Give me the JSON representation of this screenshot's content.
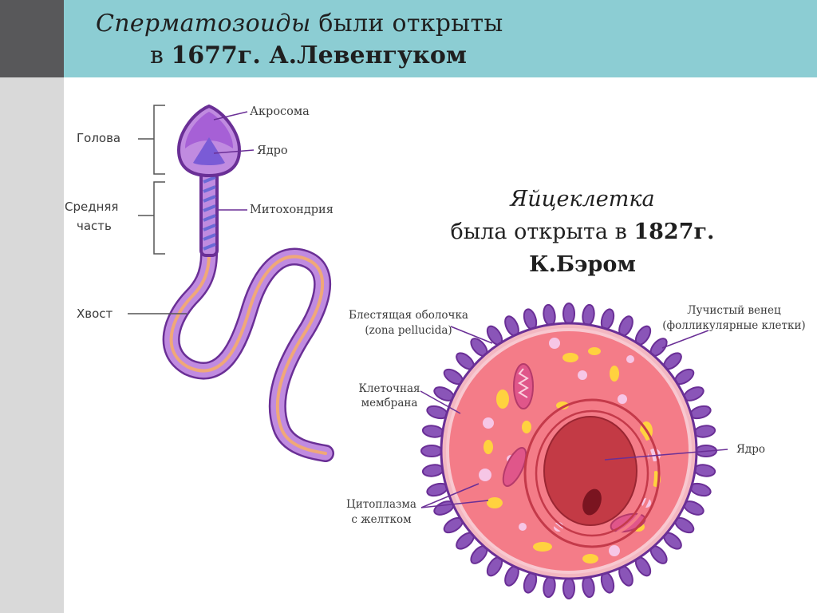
{
  "title": {
    "line1_italic": "Сперматозоиды",
    "line1_rest": " были открыты",
    "line2_prefix": "в ",
    "line2_bold": "1677г. А.Левенгуком"
  },
  "egg_title": {
    "line1": "Яйцеклетка",
    "line2_prefix": "была открыта в ",
    "line2_bold": "1827г.",
    "line3_bold": "К.Бэром"
  },
  "sperm_labels": {
    "head": "Голова",
    "midpiece_line1": "Средняя",
    "midpiece_line2": "часть",
    "tail": "Хвост",
    "acrosome": "Акросома",
    "nucleus": "Ядро",
    "mitochondria": "Митохондрия"
  },
  "egg_labels": {
    "zona_line1": "Блестящая оболочка",
    "zona_line2": "(zona pellucida)",
    "corona_line1": "Лучистый венец",
    "corona_line2": "(фолликулярные клетки)",
    "membrane_line1": "Клеточная",
    "membrane_line2": "мембрана",
    "nucleus": "Ядро",
    "cytoplasm_line1": "Цитоплазма",
    "cytoplasm_line2": "с желтком"
  },
  "colors": {
    "header_bg": "#8ccdd3",
    "left_strip": "#d9d9d9",
    "left_strip_top": "#58585a",
    "sperm_outline": "#6a2f96",
    "sperm_fill": "#c08be0",
    "acrosome": "#a660d6",
    "sperm_nucleus": "#7a5bd6",
    "tail_core": "#f0a878",
    "corona": "#6a2f96",
    "corona_light": "#8a55b8",
    "cytoplasm": "#f47c88",
    "egg_nucleus": "#c33a45",
    "nucleolus": "#7a1420",
    "yolk": "#ffd23f",
    "vesicles": "#f6c6e6"
  }
}
